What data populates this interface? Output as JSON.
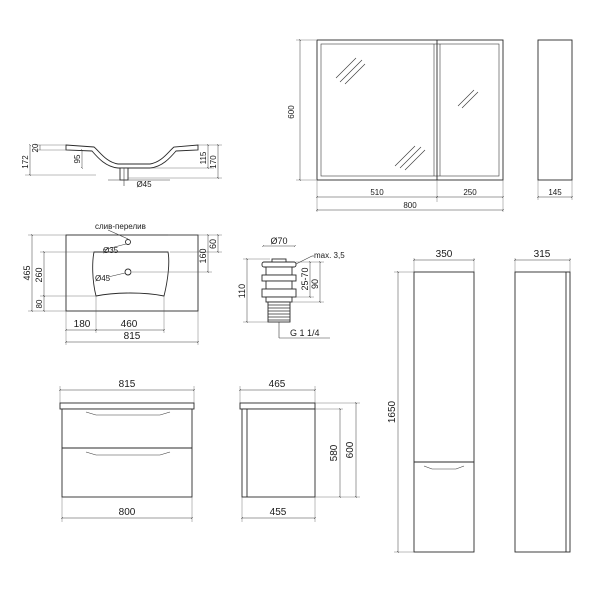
{
  "mirror_cabinet_front": {
    "height": "600",
    "left_width": "510",
    "right_width": "250",
    "total_width": "800"
  },
  "mirror_cabinet_side": {
    "depth": "145"
  },
  "basin_section": {
    "thickness_outer": "20",
    "height_left": "172",
    "bowl_depth": "95",
    "height_115": "115",
    "height_170": "170",
    "drain_diameter": "Ø45"
  },
  "basin_plan": {
    "overflow_label": "слив-перелив",
    "overflow_diameter": "Ø35",
    "drain_diameter": "Ø45",
    "depth_total": "465",
    "bowl_depth": "260",
    "front_offset": "80",
    "back_160": "160",
    "back_60": "60",
    "offset_left": "180",
    "bowl_width": "460",
    "total_width": "815"
  },
  "drain_valve": {
    "diameter": "Ø70",
    "max_label": "max. 3,5",
    "height": "110",
    "range": "25-70",
    "body_height": "90",
    "thread": "G 1 1/4"
  },
  "vanity_front": {
    "top_width": "815",
    "bottom_width": "800"
  },
  "vanity_side": {
    "top_depth": "465",
    "bottom_depth": "455",
    "height_580": "580",
    "height_600": "600"
  },
  "tall_cabinet_front": {
    "width": "350",
    "height": "1650"
  },
  "tall_cabinet_side": {
    "depth": "315"
  }
}
